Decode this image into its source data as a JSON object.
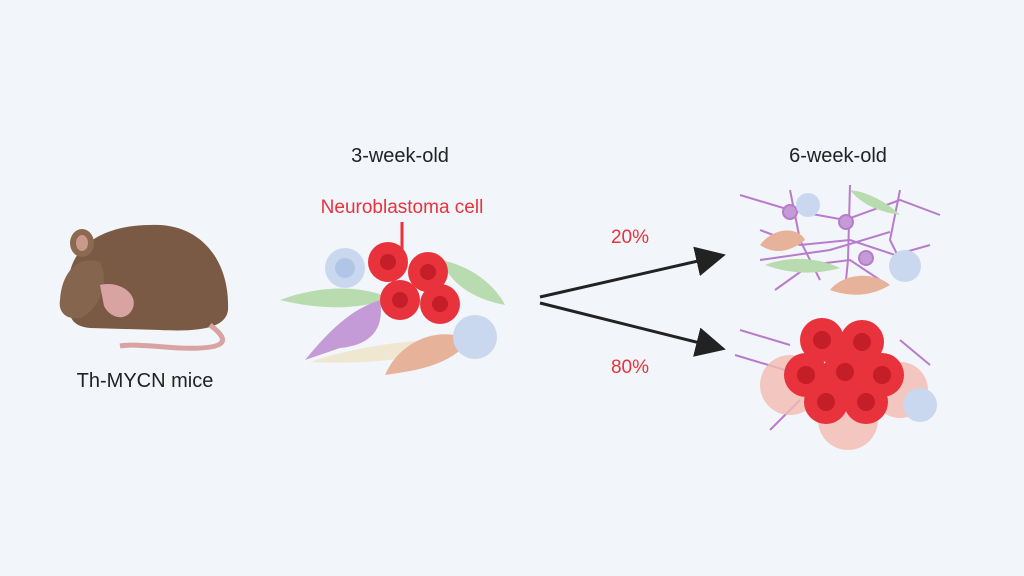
{
  "labels": {
    "mouse": "Th-MYCN mice",
    "stage1": "3-week-old",
    "stage2": "6-week-old",
    "cell": "Neuroblastoma cell",
    "pct_top": "20%",
    "pct_bottom": "80%"
  },
  "colors": {
    "background": "#f2f5f9",
    "tumor": "#e8323c",
    "text": "#222222",
    "mouse": "#7a5a45"
  }
}
